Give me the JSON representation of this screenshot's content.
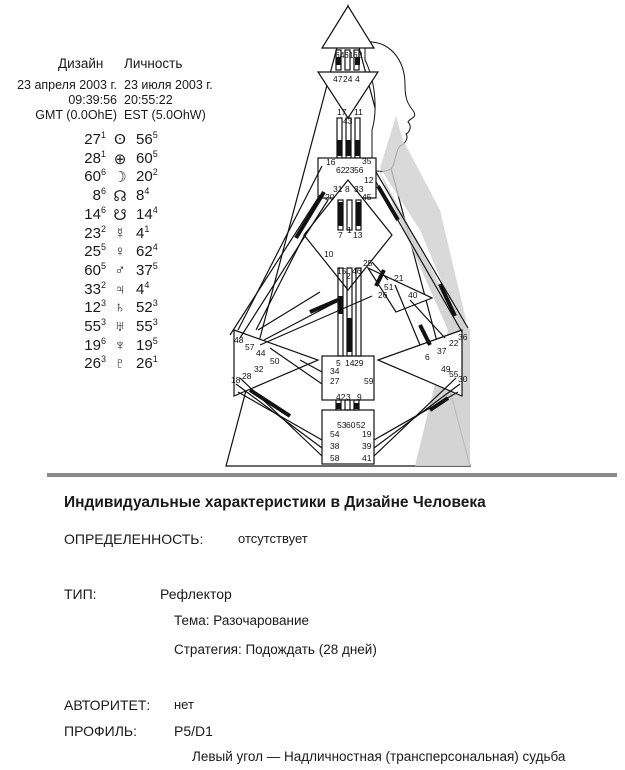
{
  "header": {
    "design_label": "Дизайн",
    "personality_label": "Личность"
  },
  "design": {
    "date": "23 апреля 2003 г.",
    "time": "09:39:56",
    "zone": "GMT (0.0OhE)"
  },
  "personality": {
    "date": "23 июля 2003 г.",
    "time": "20:55:22",
    "zone": "EST (5.0OhW)"
  },
  "planets": [
    {
      "symbol": "ʘ",
      "icon": "sun-icon",
      "design": "27",
      "design_line": "1",
      "personality": "56",
      "personality_line": "5"
    },
    {
      "symbol": "⊕",
      "icon": "earth-icon",
      "design": "28",
      "design_line": "1",
      "personality": "60",
      "personality_line": "5"
    },
    {
      "symbol": "☽",
      "icon": "moon-icon",
      "design": "60",
      "design_line": "6",
      "personality": "20",
      "personality_line": "2"
    },
    {
      "symbol": "☊",
      "icon": "north-node-icon",
      "design": "8",
      "design_line": "6",
      "personality": "8",
      "personality_line": "4"
    },
    {
      "symbol": "☋",
      "icon": "south-node-icon",
      "design": "14",
      "design_line": "6",
      "personality": "14",
      "personality_line": "4"
    },
    {
      "symbol": "☿",
      "icon": "mercury-icon",
      "design": "23",
      "design_line": "2",
      "personality": "4",
      "personality_line": "1"
    },
    {
      "symbol": "♀",
      "icon": "venus-icon",
      "design": "25",
      "design_line": "5",
      "personality": "62",
      "personality_line": "4"
    },
    {
      "symbol": "♂",
      "icon": "mars-icon",
      "design": "60",
      "design_line": "5",
      "personality": "37",
      "personality_line": "5"
    },
    {
      "symbol": "♃",
      "icon": "jupiter-icon",
      "design": "33",
      "design_line": "2",
      "personality": "4",
      "personality_line": "4"
    },
    {
      "symbol": "♄",
      "icon": "saturn-icon",
      "design": "12",
      "design_line": "3",
      "personality": "52",
      "personality_line": "3"
    },
    {
      "symbol": "♅",
      "icon": "uranus-icon",
      "design": "55",
      "design_line": "3",
      "personality": "55",
      "personality_line": "3"
    },
    {
      "symbol": "♆",
      "icon": "neptune-icon",
      "design": "19",
      "design_line": "6",
      "personality": "19",
      "personality_line": "5"
    },
    {
      "symbol": "♇",
      "icon": "pluto-icon",
      "design": "26",
      "design_line": "3",
      "personality": "26",
      "personality_line": "1"
    }
  ],
  "bodygraph": {
    "gates": [
      "64",
      "61",
      "63",
      "47",
      "24",
      "4",
      "17",
      "43",
      "11",
      "16",
      "62",
      "23",
      "56",
      "35",
      "12",
      "31",
      "8",
      "33",
      "20",
      "45",
      "7",
      "1",
      "13",
      "10",
      "25",
      "15",
      "2",
      "46",
      "21",
      "51",
      "26",
      "40",
      "48",
      "57",
      "44",
      "50",
      "32",
      "28",
      "18",
      "5",
      "14",
      "29",
      "34",
      "27",
      "59",
      "6",
      "37",
      "22",
      "36",
      "49",
      "55",
      "30",
      "42",
      "3",
      "9",
      "53",
      "60",
      "52",
      "54",
      "19",
      "38",
      "39",
      "58",
      "41"
    ]
  },
  "info": {
    "title": "Индивидуальные характеристики в Дизайне Человека",
    "definition_label": "ОПРЕДЕЛЕННОСТЬ:",
    "definition_value": "отсутствует",
    "type_label": "ТИП:",
    "type_value": "Рефлектор",
    "theme": "Тема: Разочарование",
    "strategy": "Стратегия: Подождать (28 дней)",
    "authority_label": "АВТОРИТЕТ:",
    "authority_value": "нет",
    "profile_label": "ПРОФИЛЬ:",
    "profile_value": "P5/D1",
    "cross": "Левый угол — Надличностная (трансперсональная) судьба"
  }
}
